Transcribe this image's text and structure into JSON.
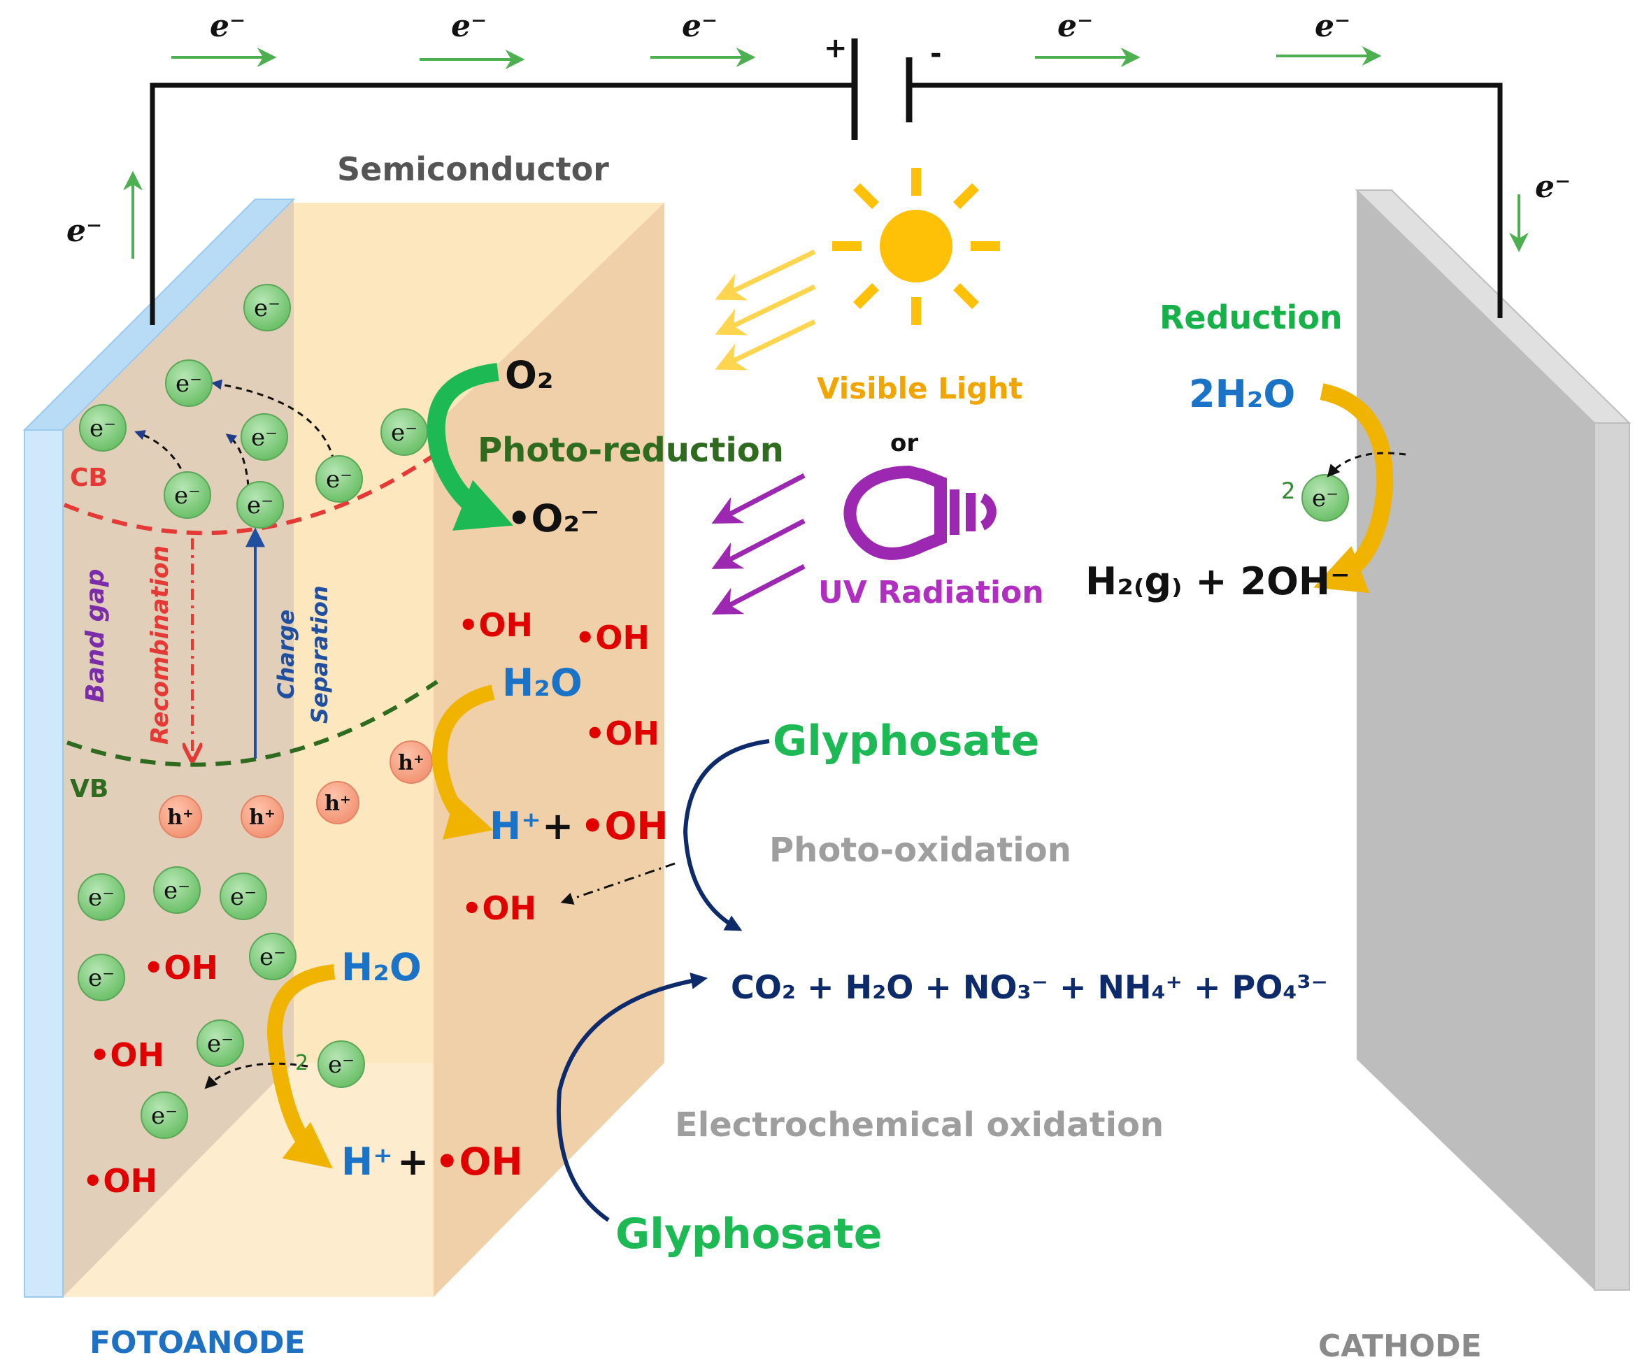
{
  "colors": {
    "wire": "#000000",
    "electron_arrow": "#4caf50",
    "electron_ball": "#8fd18c",
    "hole_ball": "#f4a78a",
    "cb_line": "#e53935",
    "vb_line": "#2e6b1f",
    "fotoanode_glass": "#b8dcf6",
    "semiconductor": "#fde7bf",
    "cathode": "#bdbdbd",
    "reduction_text": "#17b14a",
    "water_blue": "#1a73c7",
    "radical_red": "#e00000",
    "sun": "#ffc107",
    "uv": "#9c27b0",
    "visible_light": "#f0a500",
    "navy": "#0d2b6b",
    "photo_reduction": "#2e6b1f",
    "label_gray": "#9e9e9e",
    "band_gap": "#7b2ca8",
    "charge_sep": "#1f4f9e",
    "fotoanode_label": "#1e70c2"
  },
  "icons": [
    "sun-icon",
    "light-bulb-icon",
    "battery-icon"
  ],
  "labels": {
    "e_minus": "e⁻",
    "plus": "+",
    "minus": "-",
    "semiconductor": "Semiconductor",
    "cb": "CB",
    "vb": "VB",
    "band_gap": "Band gap",
    "recombination": "Recombination",
    "charge": "Charge",
    "separation": "Separation",
    "o2": "O₂",
    "o2_radical": "•O₂⁻",
    "photo_reduction": "Photo-reduction",
    "visible_light": "Visible Light",
    "or": "or",
    "uv_radiation": "UV Radiation",
    "reduction": "Reduction",
    "two_h2o": "2H₂O",
    "two": "2",
    "h2_2oh": "H₂₍g₎ + 2OH⁻",
    "oh": "•OH",
    "h2o": "H₂O",
    "h_plus": "H⁺",
    "plus_sign": "+",
    "h_plus_short": "h⁺",
    "glyphosate": "Glyphosate",
    "photo_oxidation": "Photo-oxidation",
    "products": "CO₂ + H₂O + NO₃⁻ + NH₄⁺ + PO₄³⁻",
    "electrochemical_oxidation": "Electrochemical oxidation",
    "fotoanode": "FOTOANODE",
    "cathode": "CATHODE"
  }
}
